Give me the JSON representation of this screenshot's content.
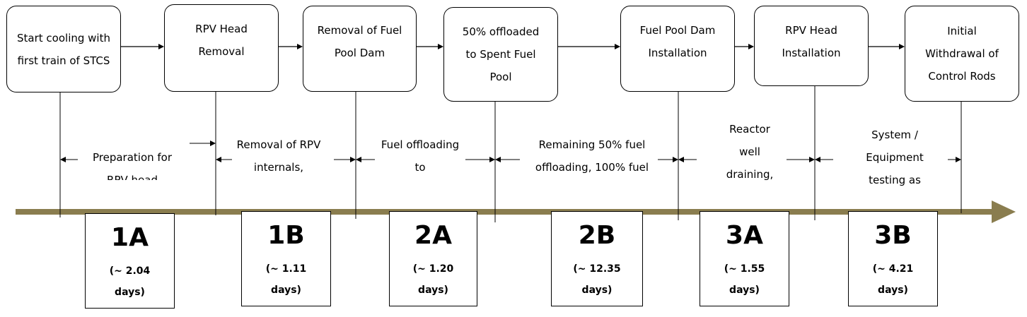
{
  "boxes": [
    {
      "label": "Start cooling with first train of STCS"
    },
    {
      "label": "RPV Head Removal"
    },
    {
      "label": "Removal of Fuel Pool Dam"
    },
    {
      "label": "50% offloaded to Spent Fuel Pool"
    },
    {
      "label": "Fuel Pool Dam Installation"
    },
    {
      "label": "RPV Head Installation"
    },
    {
      "label": "Initial Withdrawal of Control Rods"
    }
  ],
  "activities": [
    {
      "label": "Preparation for RPV head"
    },
    {
      "label": "Removal of RPV internals,"
    },
    {
      "label": "Fuel offloading to"
    },
    {
      "label": "Remaining 50% fuel offloading, 100% fuel"
    },
    {
      "label": "Reactor well draining,"
    },
    {
      "label": "System / Equipment testing as"
    }
  ],
  "phases": [
    {
      "label": "1A",
      "duration": "(~ 2.04 days)"
    },
    {
      "label": "1B",
      "duration": "(~ 1.11 days)"
    },
    {
      "label": "2A",
      "duration": "(~ 1.20 days)"
    },
    {
      "label": "2B",
      "duration": "(~ 12.35 days)"
    },
    {
      "label": "3A",
      "duration": "(~ 1.55 days)"
    },
    {
      "label": "3B",
      "duration": "(~ 4.21 days)"
    }
  ],
  "colors": {
    "timeline": "#8a7d4f",
    "line": "#000000"
  }
}
